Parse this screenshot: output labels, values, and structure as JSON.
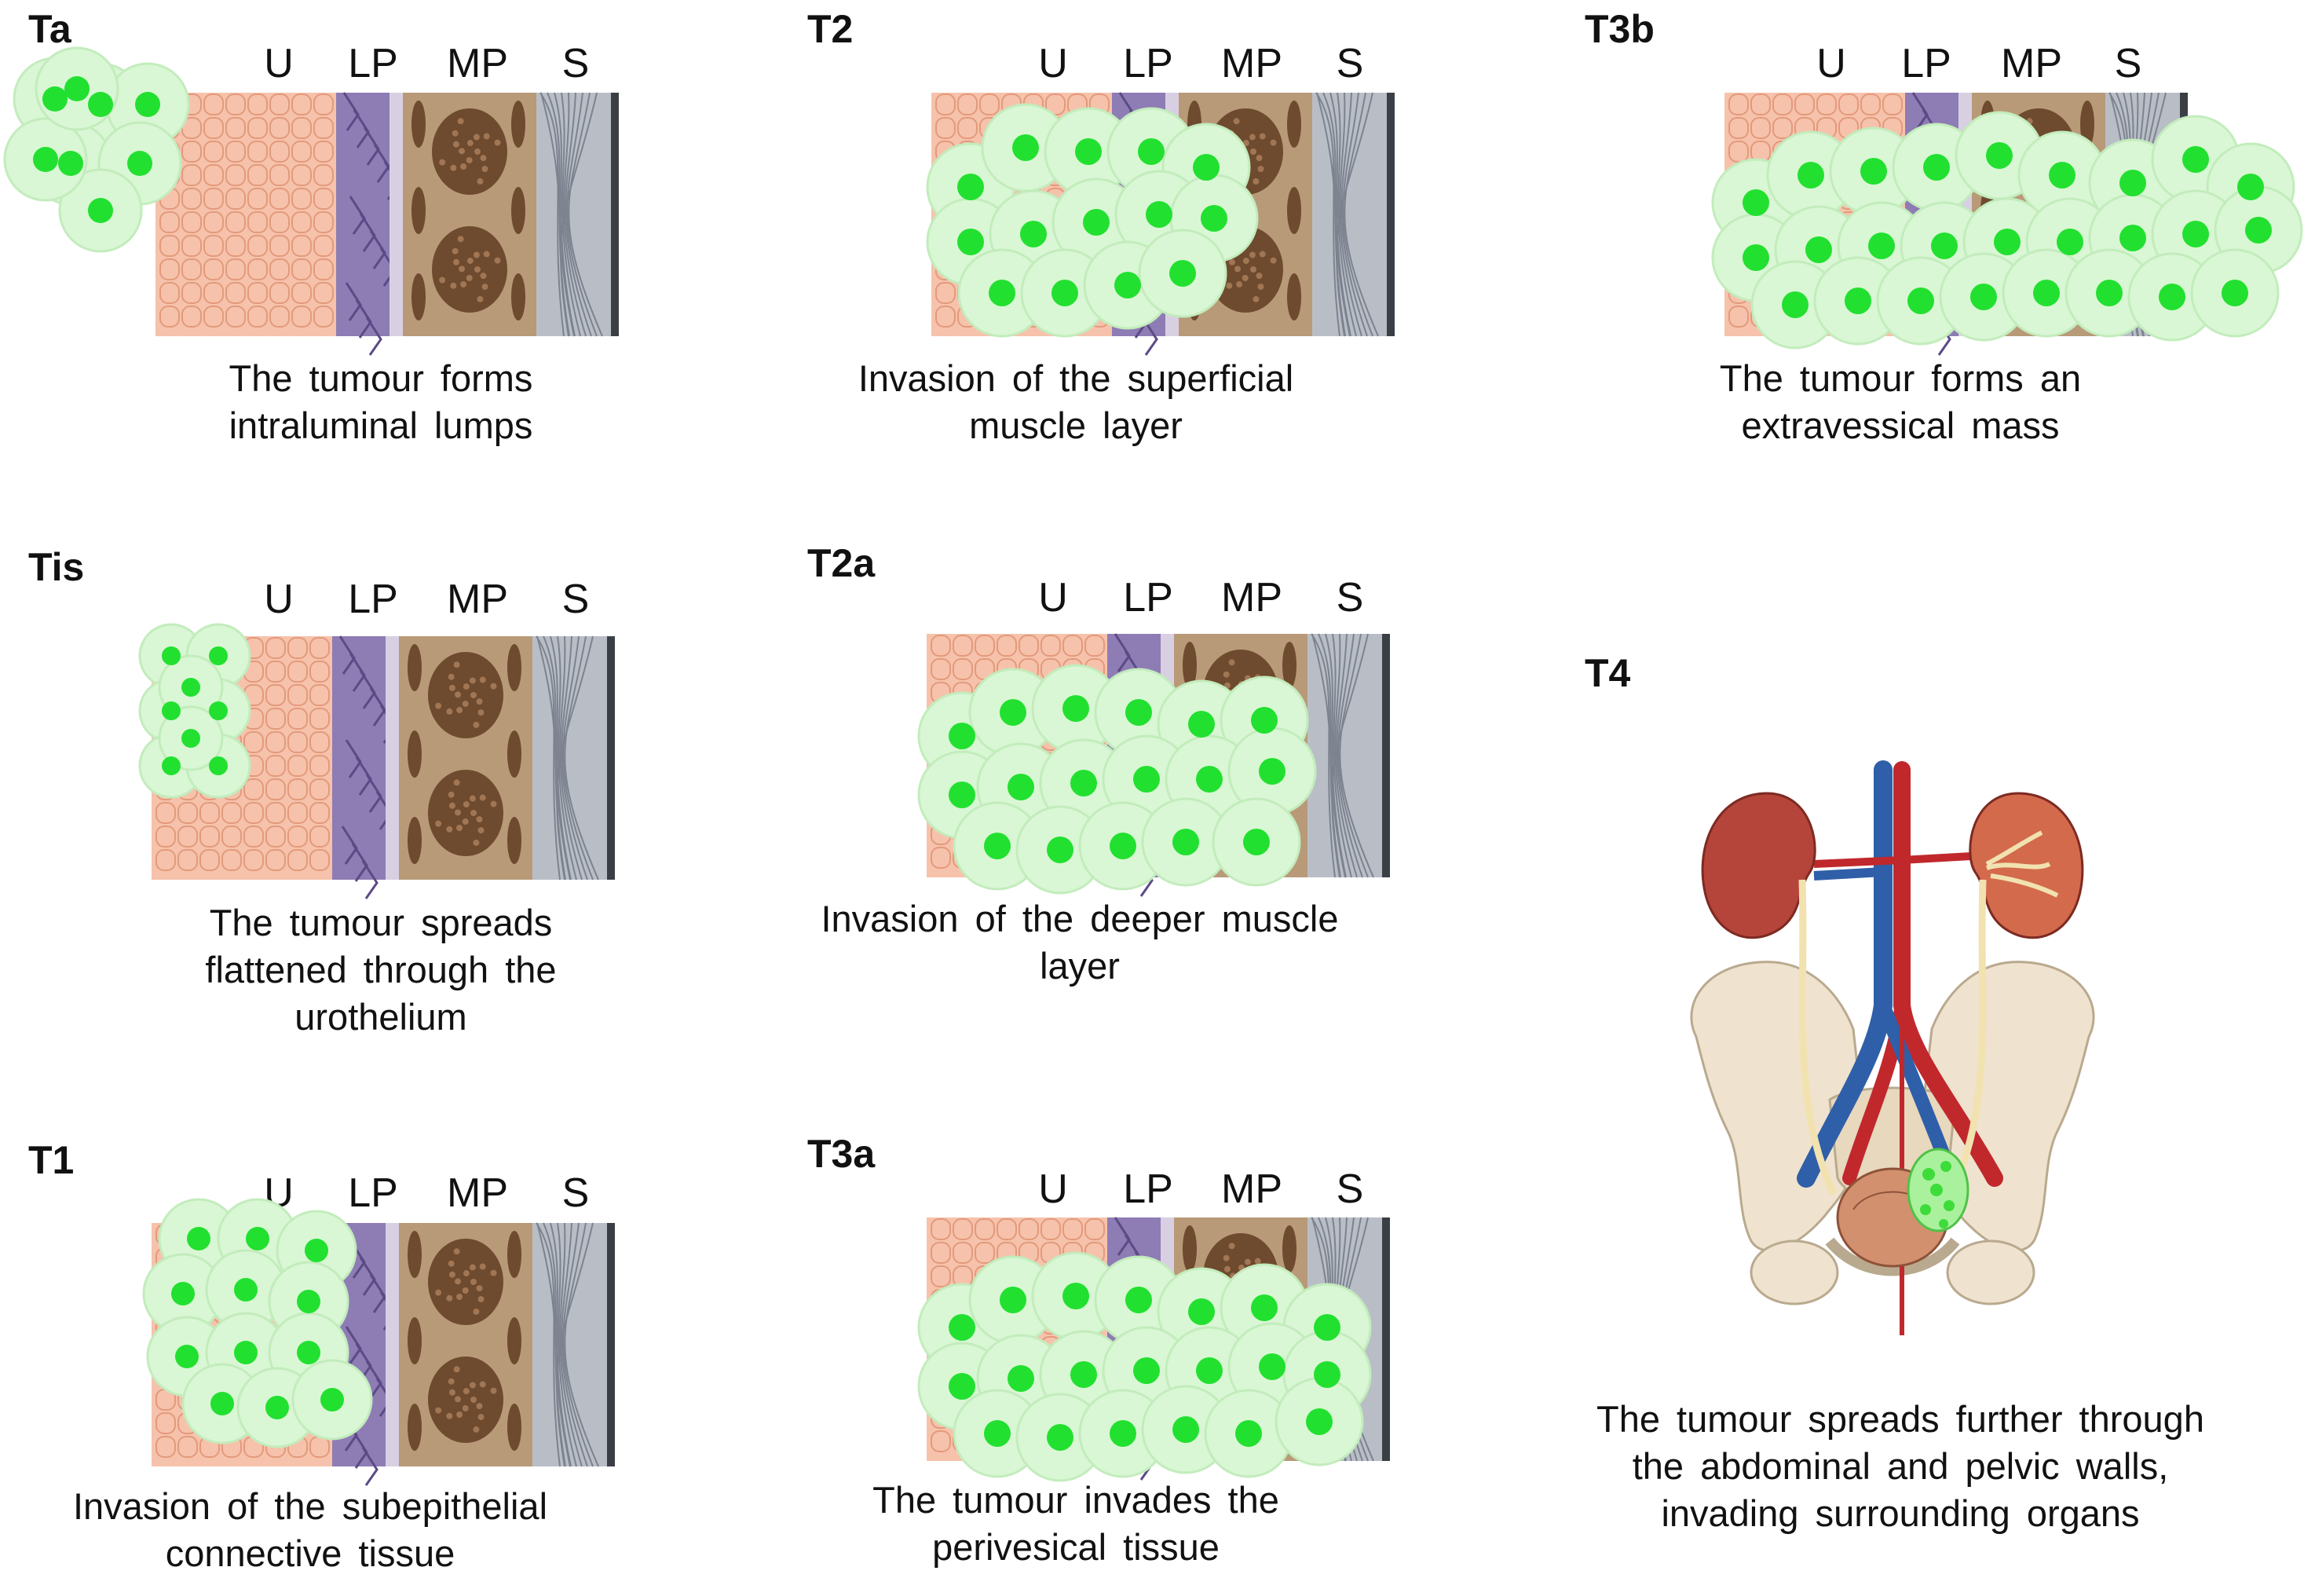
{
  "layer_labels": [
    "U",
    "LP",
    "MP",
    "S"
  ],
  "stages": [
    {
      "id": "Ta",
      "label": "Ta",
      "caption": [
        "The tumour forms",
        "intraluminal lumps"
      ]
    },
    {
      "id": "Tis",
      "label": "Tis",
      "caption": [
        "The tumour spreads",
        "flattened through the",
        "urothelium"
      ]
    },
    {
      "id": "T1",
      "label": "T1",
      "caption": [
        "Invasion of the subepithelial",
        "connective tissue"
      ]
    },
    {
      "id": "T2",
      "label": "T2",
      "caption": [
        "Invasion of the superficial",
        "muscle layer"
      ]
    },
    {
      "id": "T2a",
      "label": "T2a",
      "caption": [
        "Invasion of the deeper muscle",
        "layer"
      ]
    },
    {
      "id": "T3a",
      "label": "T3a",
      "caption": [
        "The tumour invades the",
        "perivesical tissue"
      ]
    },
    {
      "id": "T3b",
      "label": "T3b",
      "caption": [
        "The tumour forms an",
        "extravessical mass"
      ]
    },
    {
      "id": "T4",
      "label": "T4",
      "caption": [
        "The tumour spreads further through",
        "the abdominal and pelvic walls,",
        "invading surrounding organs"
      ]
    }
  ],
  "colors": {
    "urothelium": "#f6c2ab",
    "lamina_propria": "#8e7cb4",
    "muscularis": "#b89a78",
    "muscle_bundle": "#6e4a2e",
    "serosa": "#b9bec6",
    "tumour_halo": "#d9f7d4",
    "tumour_nucleus": "#22e030",
    "artery": "#c0282c",
    "vein": "#2f5fa8",
    "kidney": "#b5453a",
    "bone": "#efe3cf",
    "ureter": "#f1e2b0"
  }
}
